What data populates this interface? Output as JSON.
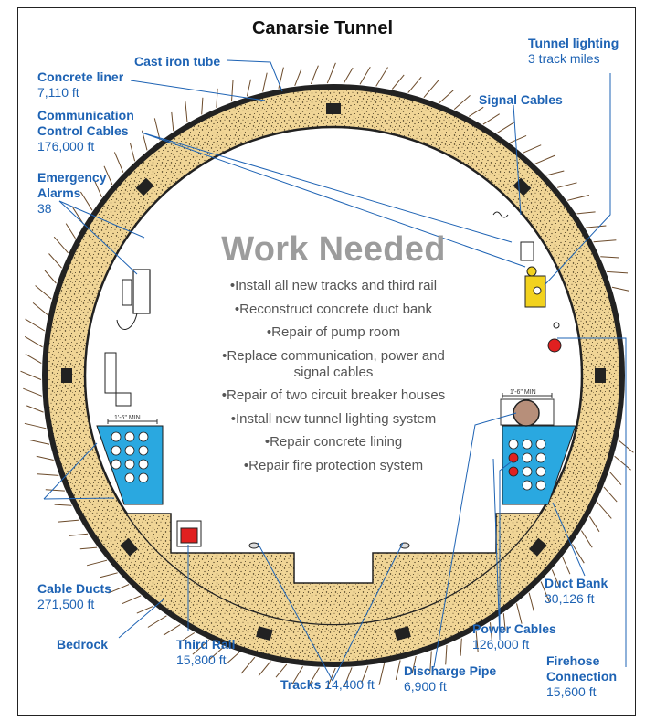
{
  "title": "Canarsie Tunnel",
  "work_needed": {
    "heading": "Work Needed",
    "items": [
      "Install all new tracks and third rail",
      "Reconstruct concrete duct bank",
      "Repair of pump room",
      "Replace communication, power and signal cables",
      "Repair of two circuit breaker houses",
      "Install new tunnel lighting system",
      "Repair concrete lining",
      "Repair fire protection system"
    ]
  },
  "labels": {
    "cast_iron_tube": {
      "name": "Cast iron tube"
    },
    "concrete_liner": {
      "name": "Concrete liner",
      "value": "7,110 ft"
    },
    "communication_cables": {
      "name": "Communication Control Cables",
      "value": "176,000 ft"
    },
    "emergency_alarms": {
      "name": "Emergency Alarms",
      "value": "38"
    },
    "tunnel_lighting": {
      "name": "Tunnel lighting",
      "value": "3 track miles"
    },
    "signal_cables": {
      "name": "Signal Cables"
    },
    "cable_ducts": {
      "name": "Cable Ducts",
      "value": "271,500 ft"
    },
    "bedrock": {
      "name": "Bedrock"
    },
    "third_rail": {
      "name": "Third Rail",
      "value": "15,800 ft"
    },
    "tracks": {
      "name": "Tracks",
      "value": "14,400 ft"
    },
    "discharge_pipe": {
      "name": "Discharge Pipe",
      "value": "6,900 ft"
    },
    "power_cables": {
      "name": "Power Cables",
      "value": "126,000 ft"
    },
    "duct_bank": {
      "name": "Duct Bank",
      "value": "30,126 ft"
    },
    "firehose": {
      "name": "Firehose Connection",
      "value": "15,600 ft"
    }
  },
  "dimension_note": "1'-6\" MIN",
  "colors": {
    "label_blue": "#1e63b4",
    "concrete": "#f0d596",
    "cast_iron": "#222222",
    "duct_blue": "#2aa8e0",
    "lighting_yellow": "#f2d21e",
    "heading_gray": "#9c9c9c"
  }
}
